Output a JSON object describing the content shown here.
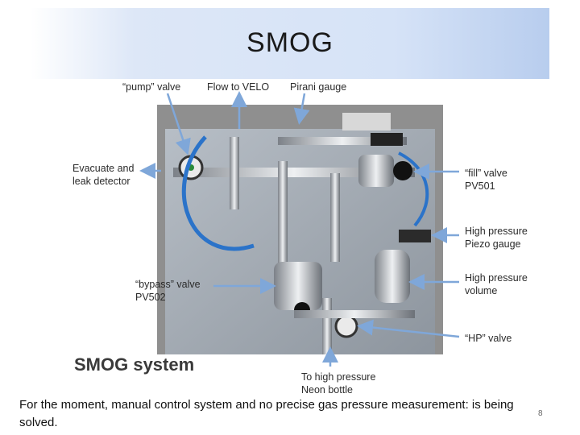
{
  "slide": {
    "title": "SMOG",
    "page_number": "8",
    "caption": "For the moment, manual control system and no precise gas pressure measurement: is being solved."
  },
  "figure": {
    "system_title": "SMOG system",
    "labels": {
      "pump_valve": "“pump” valve",
      "flow_to_velo": "Flow to VELO",
      "pirani_gauge": "Pirani gauge",
      "evacuate_line1": "Evacuate and",
      "evacuate_line2": "leak detector",
      "fill_valve_line1": "“fill” valve",
      "fill_valve_line2": "PV501",
      "hp_gauge_line1": "High pressure",
      "hp_gauge_line2": "Piezo gauge",
      "hp_volume_line1": "High pressure",
      "hp_volume_line2": "volume",
      "bypass_line1": "“bypass” valve",
      "bypass_line2": "PV502",
      "hp_valve": "“HP” valve",
      "neon_line1": "To high pressure",
      "neon_line2": "Neon bottle"
    }
  },
  "colors": {
    "arrow": "#7fa7d9",
    "title_band": "#d6e3f7",
    "plate": "#aab2ba",
    "pipe": "#c9ccd1",
    "hose": "#2b73c9"
  }
}
